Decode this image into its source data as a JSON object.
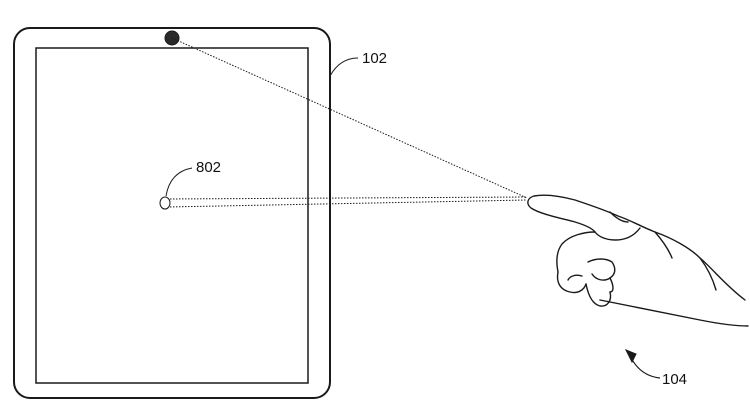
{
  "labels": {
    "device": "102",
    "hand": "104",
    "target_point": "802"
  },
  "colors": {
    "ink": "#1a1a1a",
    "camera": "#2a2a2a",
    "background": "#ffffff"
  }
}
